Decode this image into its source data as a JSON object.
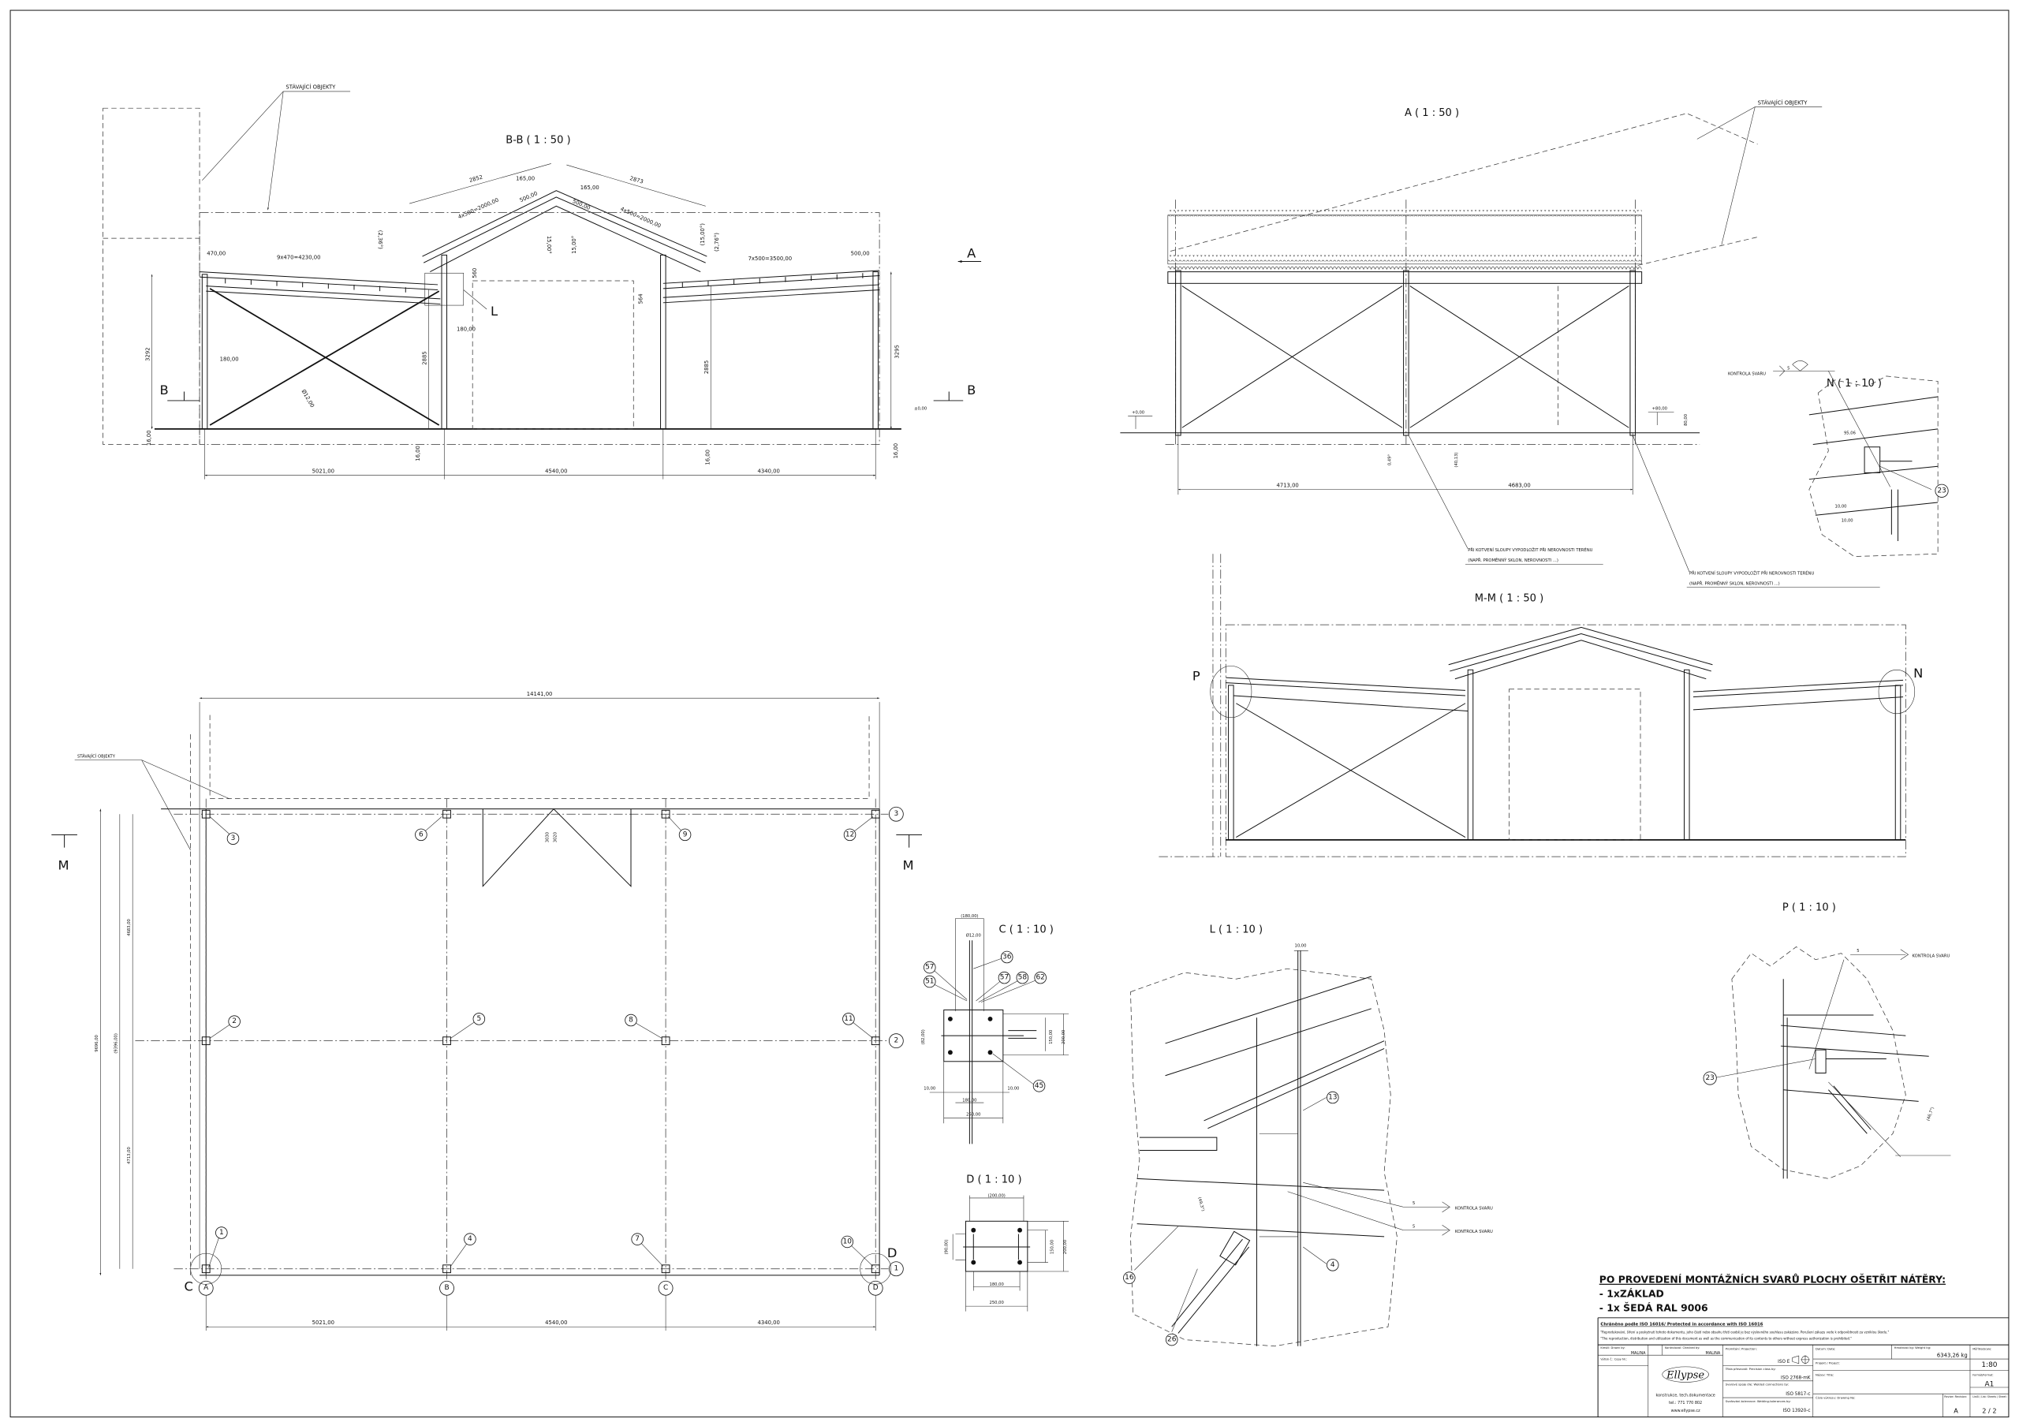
{
  "section_bb": {
    "title": "B-B ( 1 : 50 )",
    "existing_label": "STÁVAJÍCÍ OBJEKTY",
    "detail_marker": "L",
    "section_marker": "B",
    "view_marker": "A",
    "dims": {
      "d470": "470,00",
      "d9x470": "9x470=4230,00",
      "d2852": "2852",
      "d165a": "165,00",
      "d165b": "165,00",
      "d2873": "2873",
      "d4x500a": "4x500=2000,00",
      "d500a": "500,00",
      "d500b": "500,00",
      "d4x500b": "4x500=2000,00",
      "ang236": "(2,36°)",
      "ang15a": "15,00°",
      "ang15b": "15,00°",
      "ang15c": "(15,00°)",
      "ang276": "(2,76°)",
      "d7x500": "7x500=3500,00",
      "d500c": "500,00",
      "d560": "560",
      "d564": "564",
      "d180a": "180,00",
      "d180b": "180,00",
      "phi12": "Ø12,00",
      "d3292": "3292",
      "d3295": "3295",
      "d2885a": "2885",
      "d2885b": "2885",
      "d16a": "16,00",
      "d16b": "16,00",
      "d16c": "16,00",
      "d16d": "16,00",
      "level0": "±0,00",
      "d5021": "5021,00",
      "d4540": "4540,00",
      "d4340": "4340,00"
    }
  },
  "view_a": {
    "title": "A ( 1 : 50 )",
    "existing_label": "STÁVAJÍCÍ OBJEKTY",
    "level0": "+0,00",
    "level80": "+80,00",
    "d80": "80,00",
    "ang049": "0,49°",
    "d4013": "(40,13)",
    "d4713": "4713,00",
    "d4683": "4683,00",
    "note1_line1": "PŘI KOTVENÍ SLOUPY VYPODLOŽIT PŘI NEROVNOSTI TERÉNU",
    "note1_line2": "(NAPŘ. PROMĚNNÝ SKLON, NEROVNOSTI ...)",
    "note2_line1": "PŘI KOTVENÍ SLOUPY VYPODLOŽIT PŘI NEROVNOSTI TERÉNU",
    "note2_line2": "(NAPŘ. PROMĚNNÝ SKLON, NEROVNOSTI ...)"
  },
  "detail_n": {
    "title": "N ( 1 : 10 )",
    "weld_label": "KONTROLA SVARU",
    "weld_size": "5",
    "d9506": "95,06",
    "d10a": "10,00",
    "d10b": "10,00",
    "balloon": "23"
  },
  "section_mm": {
    "title": "M-M ( 1 : 50 )",
    "marker_p": "P",
    "marker_n": "N"
  },
  "plan": {
    "existing_label": "STÁVAJÍCÍ OBJEKTY",
    "d14141": "14141,00",
    "d9696": "9696,00",
    "d9396": "(9396,00)",
    "d4683": "4683,00",
    "d4713": "4713,00",
    "d3030": "3030",
    "d3020": "3020",
    "d5021": "5021,00",
    "d4540": "4540,00",
    "d4340": "4340,00",
    "section_marker": "M",
    "detail_c": "C",
    "detail_d": "D",
    "grid_cols": [
      "A",
      "B",
      "C",
      "D"
    ],
    "grid_rows": [
      "3",
      "2",
      "1"
    ],
    "columns": [
      "1",
      "2",
      "3",
      "4",
      "5",
      "6",
      "7",
      "8",
      "9",
      "10",
      "11",
      "12"
    ]
  },
  "detail_c": {
    "title": "C ( 1 : 10 )",
    "d180p": "(180,00)",
    "phi12": "Ø12,00",
    "d82": "(82,00)",
    "d150": "150,00",
    "d200": "200,00",
    "d10a": "10,00",
    "d10b": "10,00",
    "d180": "180,00",
    "d250": "250,00",
    "balloons": [
      "36",
      "57",
      "51",
      "57",
      "58",
      "62",
      "45"
    ]
  },
  "detail_d": {
    "title": "D ( 1 : 10 )",
    "d200p": "(200,00)",
    "d90": "(90,00)",
    "d150": "150,00",
    "d200": "200,00",
    "d180": "180,00",
    "d250": "250,00"
  },
  "detail_l": {
    "title": "L ( 1 : 10 )",
    "d10": "10,00",
    "angle": "(49,3°)",
    "weld_label_1": "KONTROLA SVARU",
    "weld_label_2": "KONTROLA SVARU",
    "weld_size": "5",
    "balloons": [
      "13",
      "4",
      "16",
      "26"
    ]
  },
  "detail_p": {
    "title": "P ( 1 : 10 )",
    "weld_label": "KONTROLA SVARU",
    "weld_size": "5",
    "angle": "(46,7°)",
    "balloon": "23"
  },
  "notes": {
    "heading": "PO PROVEDENÍ MONTÁŽNÍCH SVARŮ  PLOCHY OŠETŘIT NÁTĚRY:",
    "line1": "- 1xZÁKLAD",
    "line2": "- 1x ŠEDÁ RAL 9006"
  },
  "title_block": {
    "protection_heading": "Chráněno podle ISO 16016/ Protected in accordance with ISO 16016",
    "protection_cz": "\"Reprodukování, šíření a poskytnutí tohoto dokumentu, jeho částí nebo obsahu třetí osobě je bez výslovného souhlasu zakázáno. Porušení zákazu vede k odpovědnosti za vzniklou škodu.\"",
    "protection_en": "\"The reproduction, distribution and utilization of this document as well as the communication of its contents to others without express authorization is prohibited.\"",
    "drawn_by_label": "Kreslil: Drawn by:",
    "drawn_by": "MALINA",
    "checked_by_label": "Kontroloval: Checked by:",
    "checked_by": "MALINA",
    "copy_label": "Výtisk č.: Copy Nr.:",
    "company_logo": "Ellypse",
    "company_desc": "konstrukce, tech.dokumentace",
    "company_phone": "tel.: 771 770 802",
    "company_web": "www.ellypse.cz",
    "projection_label": "Promítání: Projection:",
    "projection_value": "ISO E",
    "precision_label": "Třída přesnosti: Precision class by:",
    "precision_value": "ISO 2768-mK",
    "welded_label": "Svarové spoje dle: Welded connections by:",
    "welded_value": "ISO 5817-c",
    "tolerance_label": "Svařování-tolerance: Welding-tolerances by:",
    "tolerance_value": "ISO 13920-c",
    "date_label": "Datum: Date:",
    "weight_label": "Hmotnost kg: Weight kg:",
    "weight_value": "6343,26 kg",
    "project_label": "Projekt / Project:",
    "title_label": "Název: Title:",
    "drawing_no_label": "Číslo výkresu: Drawing No:",
    "revision_label": "Revize: Revision:",
    "revision_value": "A",
    "scale_label": "Měřítko/Scale:",
    "scale_value": "1:80",
    "format_label": "Formát/Format:",
    "format_value": "A1",
    "sheet_label": "Listů / List: Sheets / Sheet:",
    "sheet_value": "2 / 2"
  }
}
